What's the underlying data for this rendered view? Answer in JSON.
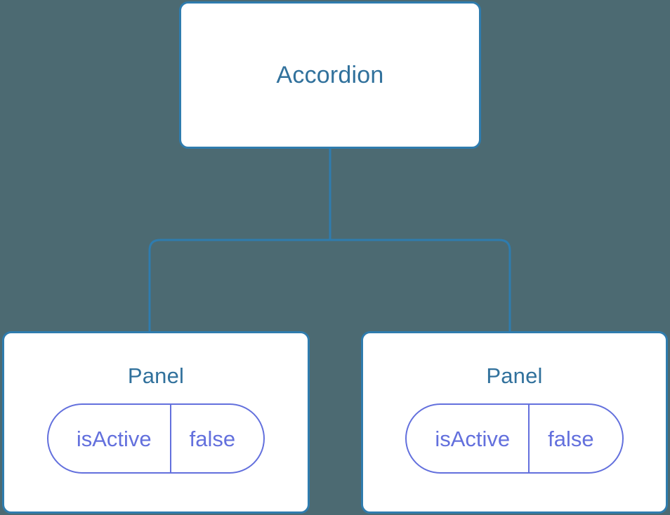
{
  "diagram": {
    "type": "component-tree",
    "background_color": "#4c6a72",
    "node_fill_color": "#ffffff",
    "node_border_color": "#2f7cae",
    "node_text_color": "#31719c",
    "prop_accent_color": "#6370dd",
    "connector_color": "#2f7cae",
    "root": {
      "label": "Accordion"
    },
    "children": [
      {
        "label": "Panel",
        "props": [
          {
            "key": "isActive",
            "value": "false"
          }
        ]
      },
      {
        "label": "Panel",
        "props": [
          {
            "key": "isActive",
            "value": "false"
          }
        ]
      }
    ]
  }
}
